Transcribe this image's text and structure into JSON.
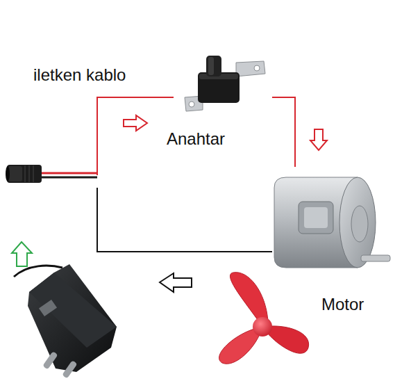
{
  "diagram": {
    "labels": [
      "iletken kablo",
      "Anahtar",
      "Motor"
    ]
  }
}
